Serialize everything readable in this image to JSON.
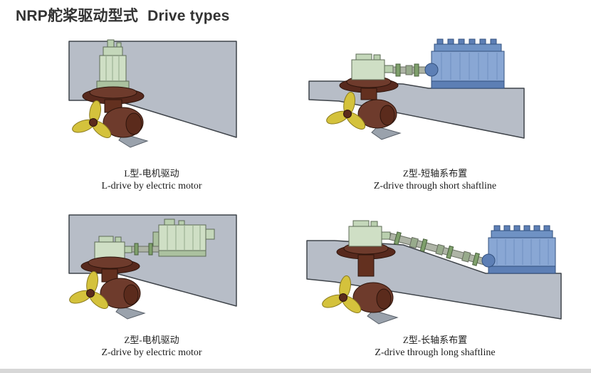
{
  "page": {
    "title_cn": "NRP舵桨驱动型式",
    "title_en": "Drive types"
  },
  "panels": [
    {
      "caption_cn": "L型-电机驱动",
      "caption_en": "L-drive by electric motor"
    },
    {
      "caption_cn": "Z型-短轴系布置",
      "caption_en": "Z-drive through short shaftline"
    },
    {
      "caption_cn": "Z型-电机驱动",
      "caption_en": "Z-drive by electric motor"
    },
    {
      "caption_cn": "Z型-长轴系布置",
      "caption_en": "Z-drive through long shaftline"
    }
  ],
  "colors": {
    "hull": "#b7bdc7",
    "hull_stroke": "#3f444a",
    "motor_green": "#cfdfc5",
    "thruster_brown": "#6e3b2c",
    "propeller_yellow": "#d4c23c",
    "engine_blue": "#89a7d4"
  }
}
